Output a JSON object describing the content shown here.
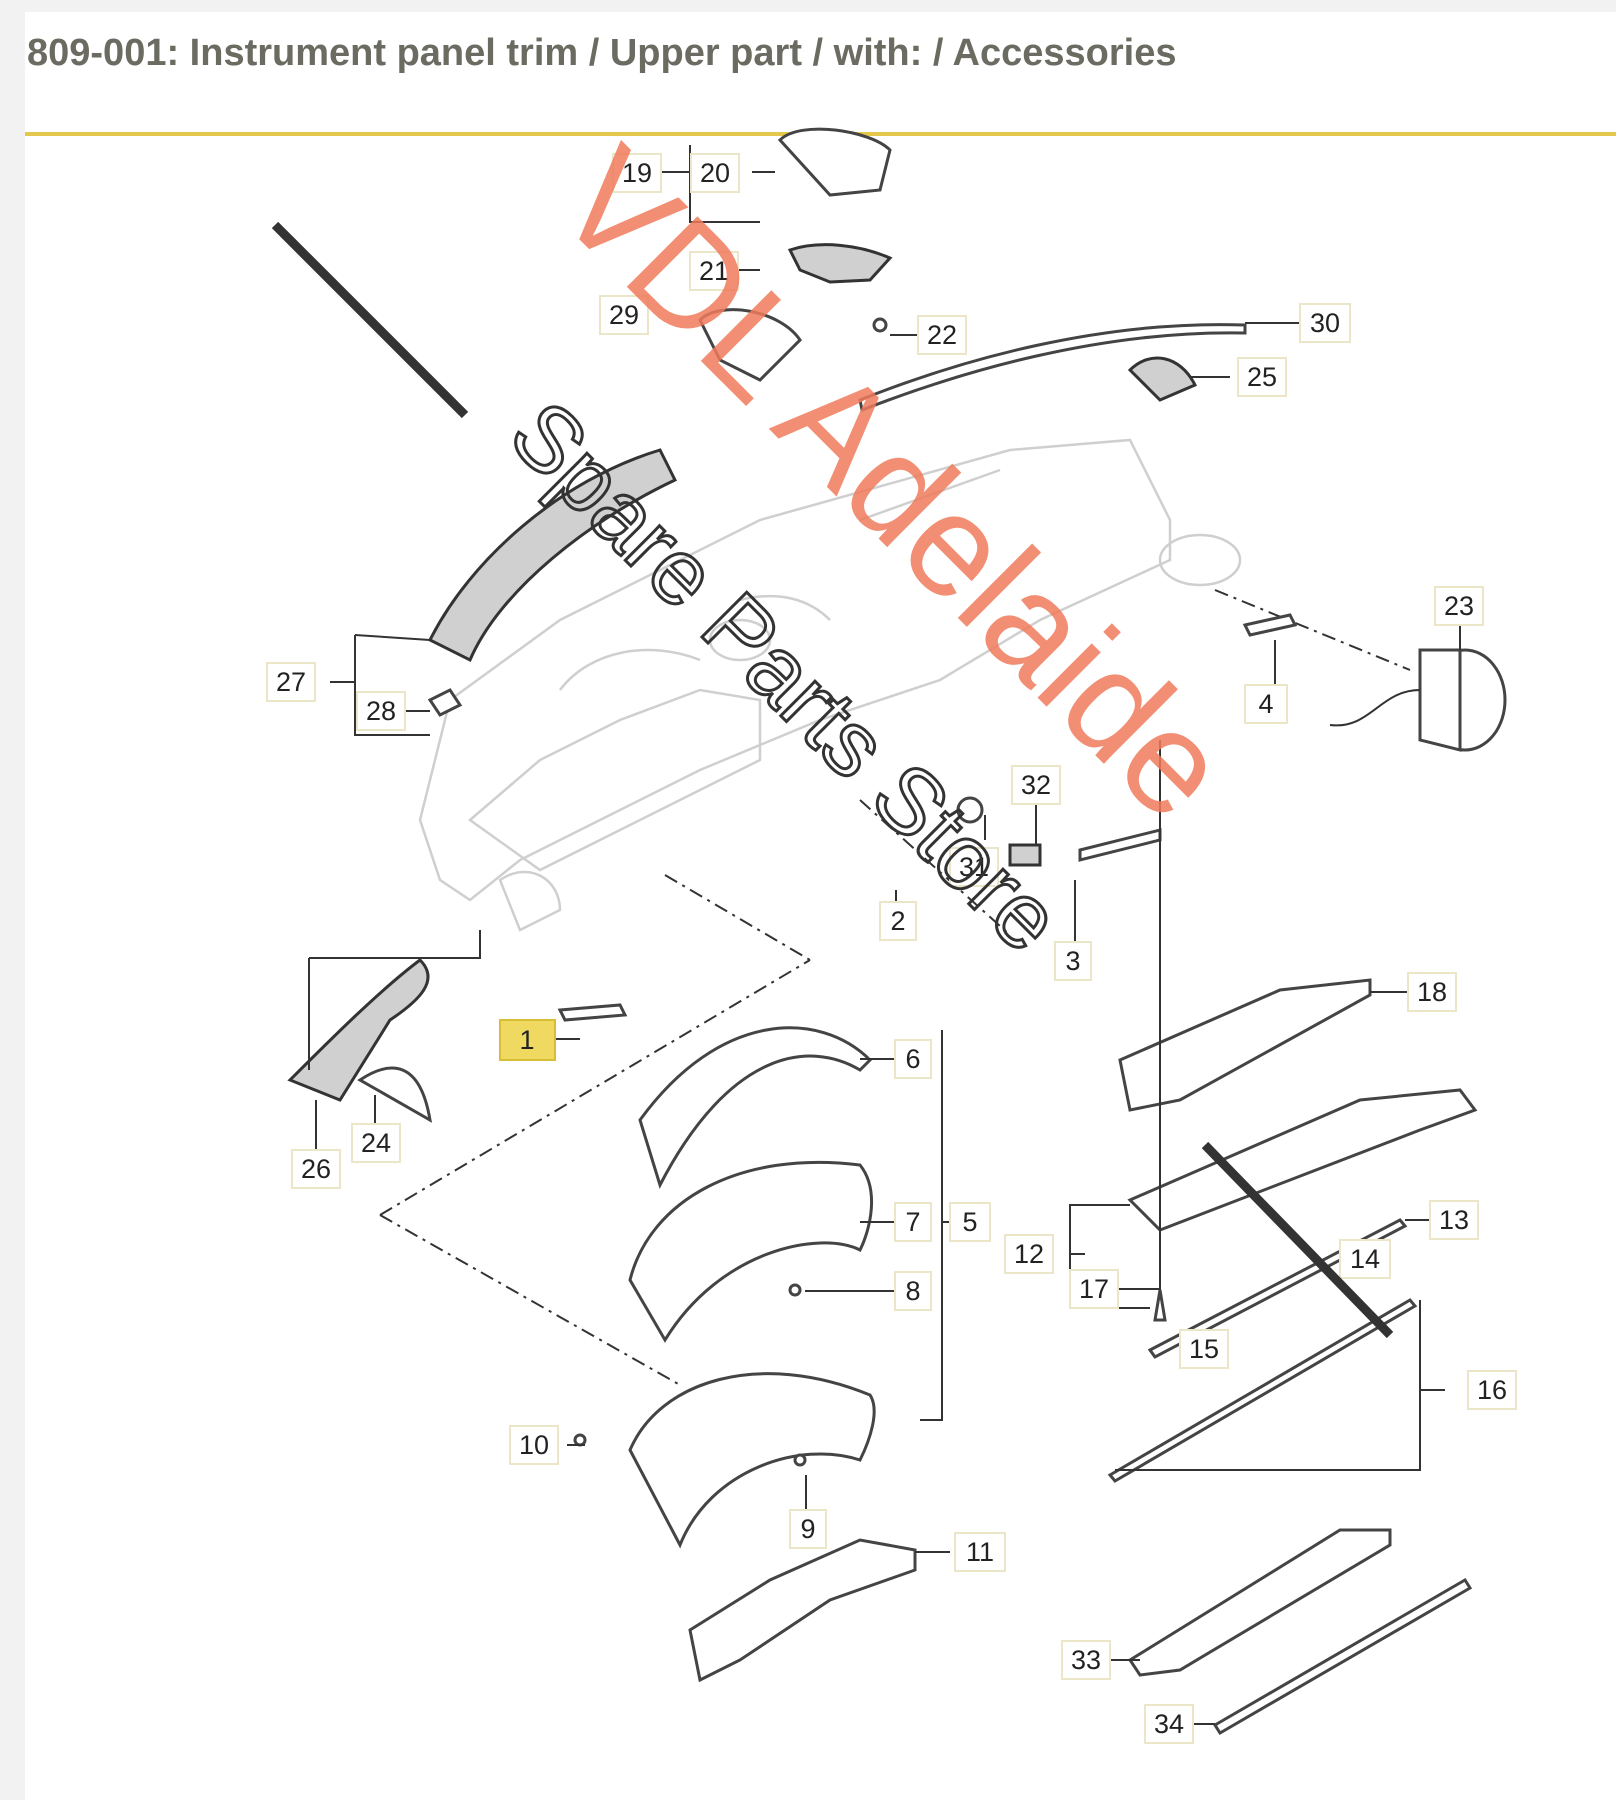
{
  "header": {
    "title": "809-001: Instrument panel trim / Upper part / with: / Accessories"
  },
  "diagram": {
    "part_labels": [
      "1",
      "2",
      "3",
      "4",
      "5",
      "6",
      "7",
      "8",
      "9",
      "10",
      "11",
      "12",
      "13",
      "14",
      "15",
      "16",
      "17",
      "18",
      "19",
      "20",
      "21",
      "22",
      "23",
      "24",
      "25",
      "26",
      "27",
      "28",
      "29",
      "30",
      "31",
      "32",
      "33",
      "34"
    ],
    "highlighted_label": "1"
  },
  "watermark": {
    "line1": "VDL Adelaide",
    "line2": "Spare Parts Store"
  },
  "colors": {
    "header_rule": "#e4c84b",
    "title_text": "#6b6b62",
    "highlight": "#f0d960",
    "watermark_red": "#f07a5a"
  }
}
